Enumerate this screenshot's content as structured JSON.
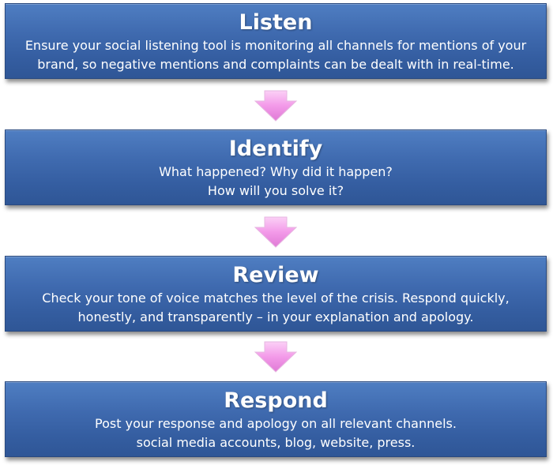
{
  "steps": [
    {
      "title": "Listen",
      "lines": [
        "Ensure your social listening tool is monitoring all channels for mentions of your",
        "brand, so negative mentions and complaints can be dealt with in real-time."
      ]
    },
    {
      "title": "Identify",
      "lines": [
        "What happened? Why did it happen?",
        "How will you solve it?"
      ]
    },
    {
      "title": "Review",
      "lines": [
        "Check your tone of voice matches the level of the crisis. Respond quickly,",
        "honestly, and transparently – in your explanation and apology."
      ]
    },
    {
      "title": "Respond",
      "lines": [
        "Post your response and apology on all relevant channels.",
        "social media accounts, blog, website, press."
      ]
    }
  ],
  "colors": {
    "box_fill": "#3f6aaf",
    "box_border": "#2a4a80",
    "arrow_fill": "#f7a8f0",
    "text": "#ffffff"
  },
  "icons": {
    "connector": "down-arrow-icon"
  }
}
